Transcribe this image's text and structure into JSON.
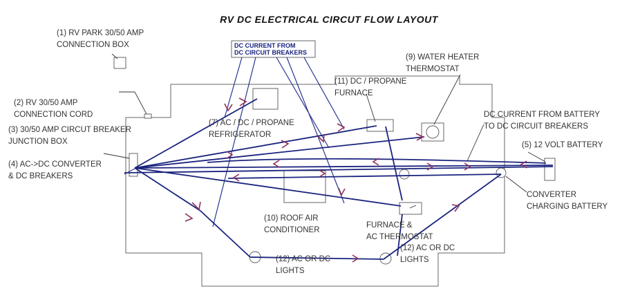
{
  "title": "RV DC ELECTRICAL CIRCUT FLOW LAYOUT",
  "box_label": [
    "DC CURRENT FROM",
    "DC CIRCUIT BREAKERS"
  ],
  "labels": {
    "l1": [
      "(1) RV PARK 30/50 AMP",
      "CONNECTION BOX"
    ],
    "l2": [
      "(2) RV  30/50 AMP",
      "CONNECTION CORD"
    ],
    "l3": [
      "(3) 30/50 AMP CIRCUT BREAKER",
      "JUNCTION BOX"
    ],
    "l4": [
      "(4) AC->DC CONVERTER",
      "& DC BREAKERS"
    ],
    "l7": [
      "(7) AC / DC / PROPANE",
      "REFRIGERATOR"
    ],
    "l9": [
      "(9) WATER HEATER",
      "THERMOSTAT"
    ],
    "l11": [
      "(11) DC / PROPANE",
      "FURNACE"
    ],
    "dcbat": [
      "DC CURRENT FROM BATTERY",
      "TO DC CIRCUIT BREAKERS"
    ],
    "l5": [
      "(5) 12 VOLT BATTERY"
    ],
    "conv": [
      "CONVERTER",
      "CHARGING BATTERY"
    ],
    "l10": [
      "(10) ROOF AIR",
      "CONDITIONER"
    ],
    "therm": [
      "FURNACE &",
      "AC THERMOSTAT"
    ],
    "l12a": [
      "(12) AC OR DC",
      "LIGHTS"
    ],
    "l12b": [
      "(12) AC OR DC",
      "LIGHTS"
    ]
  }
}
